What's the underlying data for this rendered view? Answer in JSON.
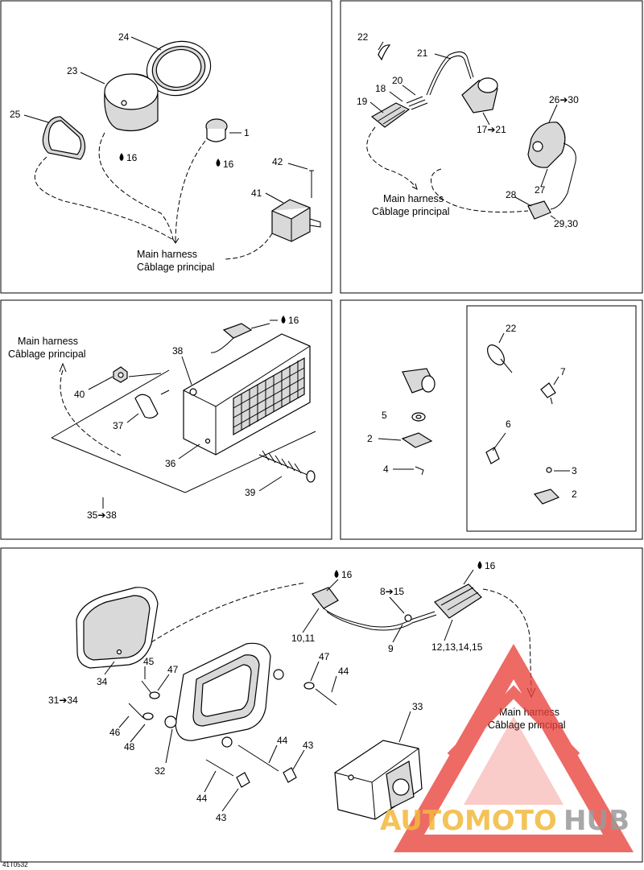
{
  "harness": {
    "line1": "Main harness",
    "line2": "Câblage principal"
  },
  "labels": {
    "p1": {
      "l24": "24",
      "l23": "23",
      "l25": "25",
      "l16a": "16",
      "l16b": "16",
      "l1": "1",
      "l42": "42",
      "l41": "41"
    },
    "p2": {
      "l22": "22",
      "l21": "21",
      "l20": "20",
      "l18": "18",
      "l19": "19",
      "l17_21": "17➔21",
      "l26_30": "26➔30",
      "l28": "28",
      "l27": "27",
      "l29_30": "29,30"
    },
    "p3": {
      "l16": "16",
      "l38": "38",
      "l40": "40",
      "l37": "37",
      "l36": "36",
      "l39": "39",
      "l35_38": "35➔38"
    },
    "p4": {
      "l22": "22",
      "l7": "7",
      "l5": "5",
      "l2a": "2",
      "l6": "6",
      "l4": "4",
      "l3": "3",
      "l2b": "2"
    },
    "p5": {
      "l16a": "16",
      "l8_15": "8➔15",
      "l16b": "16",
      "l10_11": "10,11",
      "l9": "9",
      "l12_15": "12,13,14,15",
      "l31_34": "31➔34",
      "l34": "34",
      "l45": "45",
      "l47a": "47",
      "l47b": "47",
      "l44a": "44",
      "l46": "46",
      "l48": "48",
      "l32": "32",
      "l44b": "44",
      "l43a": "43",
      "l44c": "44",
      "l43b": "43",
      "l33": "33"
    }
  },
  "reference": "41T0532",
  "watermark": {
    "part1": "AUTOMOTO",
    "part2": "HUB",
    "color_red": "#e8413a",
    "color_yellow": "#f2b93b",
    "color_grey": "#9a9a9a"
  }
}
